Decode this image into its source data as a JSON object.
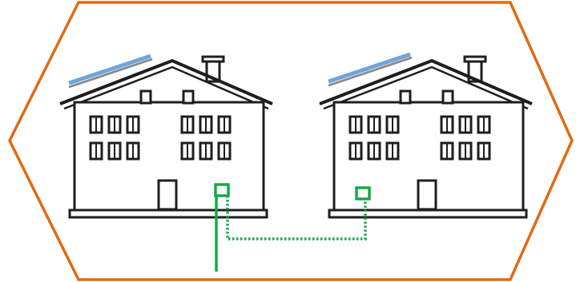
{
  "colors": {
    "hexagon_border": "#e06a12",
    "building_outline": "#1e1e1e",
    "solar_panel_top": "#6fa6d8",
    "solar_panel_bottom": "#8c8c8c",
    "meter_connection": "#17a84a",
    "background": "#ffffff"
  },
  "diagram": {
    "buildings": [
      {
        "name": "left-building",
        "has_solar_panel": true,
        "has_meter": true
      },
      {
        "name": "right-building",
        "has_solar_panel": true,
        "has_meter": true
      }
    ],
    "connections": [
      {
        "type": "solid",
        "description": "grid-feed"
      },
      {
        "type": "dotted",
        "description": "meter-link"
      }
    ]
  }
}
